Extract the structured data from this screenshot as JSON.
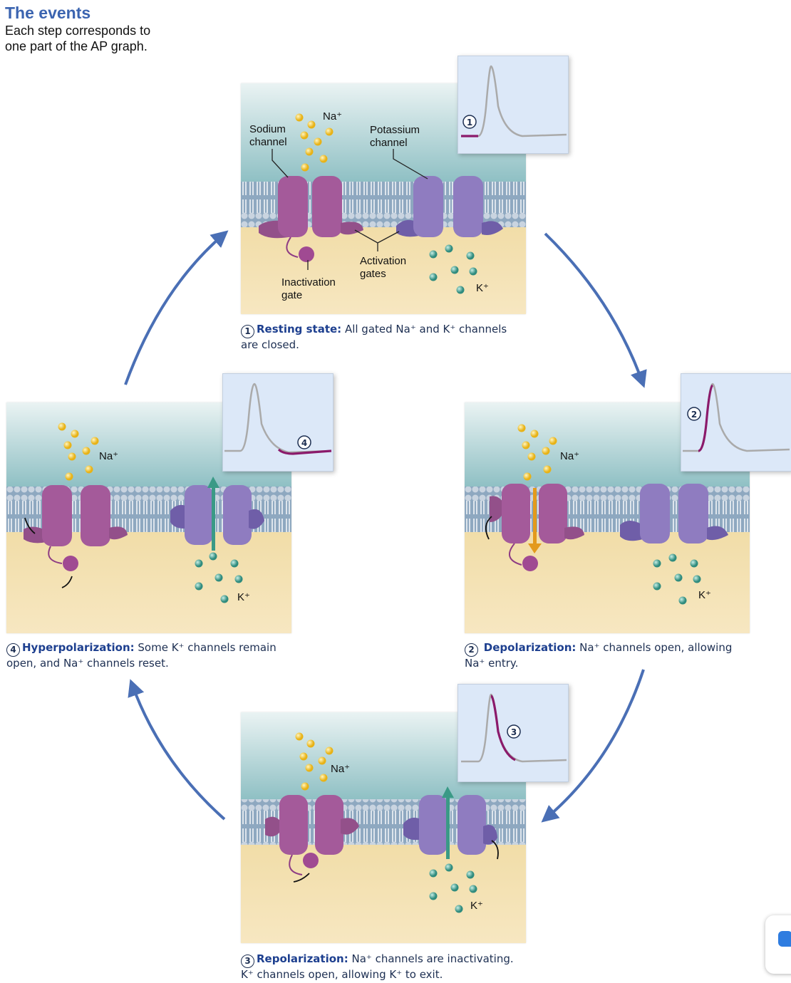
{
  "header": {
    "title": "The events",
    "subtitle_line1": "Each step corresponds to",
    "subtitle_line2": "one part of the AP graph."
  },
  "labels": {
    "na": "Na⁺",
    "k": "K⁺",
    "sodium_channel_1": "Sodium",
    "sodium_channel_2": "channel",
    "potassium_channel_1": "Potassium",
    "potassium_channel_2": "channel",
    "activation_gates_1": "Activation",
    "activation_gates_2": "gates",
    "inactivation_gate_1": "Inactivation",
    "inactivation_gate_2": "gate"
  },
  "steps": [
    {
      "num": "1",
      "title": "Resting state:",
      "text_line1": " All gated Na⁺ and K⁺ channels",
      "text_line2": "are closed."
    },
    {
      "num": "2",
      "title": "Depolarization:",
      "text_line1": " Na⁺ channels open, allowing",
      "text_line2": "Na⁺ entry."
    },
    {
      "num": "3",
      "title": "Repolarization:",
      "text_line1": " Na⁺ channels are inactivating.",
      "text_line2": "K⁺ channels open, allowing K⁺ to exit."
    },
    {
      "num": "4",
      "title": "Hyperpolarization:",
      "text_line1": " Some K⁺ channels remain",
      "text_line2": "open, and Na⁺ channels reset."
    }
  ],
  "colors": {
    "title": "#3b64b0",
    "cycle_arrow": "#4a6fb5",
    "na_ion": "#f0c22e",
    "k_ion": "#3f9d8e",
    "sodium_channel": "#a45a9a",
    "potassium_channel": "#8f7cc0",
    "ap_highlight": "#8b1a6b",
    "ap_trace": "#aaaaaa",
    "na_flow_arrow": "#e39a1c",
    "k_flow_arrow": "#3a9a86"
  }
}
